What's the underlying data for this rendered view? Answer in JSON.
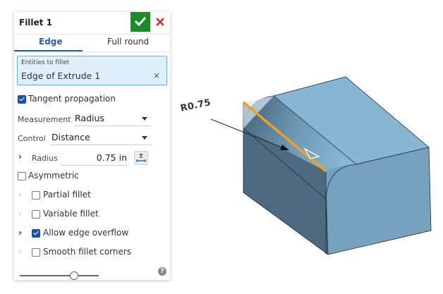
{
  "dialog": {
    "title": "Fillet 1",
    "confirm_icon": "checkmark-icon",
    "cancel_icon": "close-x-icon",
    "accent_color": "#2a5db0",
    "confirm_color": "#1c8c2a",
    "cancel_color": "#d0312d"
  },
  "tabs": [
    {
      "label": "Edge",
      "active": true
    },
    {
      "label": "Full round",
      "active": false
    }
  ],
  "entities": {
    "label": "Entities to fillet",
    "value": "Edge of Extrude 1",
    "clear_glyph": "×"
  },
  "options": {
    "tangent_propagation": {
      "label": "Tangent propagation",
      "checked": true
    },
    "measurement": {
      "label": "Measurement",
      "value": "Radius"
    },
    "control": {
      "label": "Control",
      "value": "Distance"
    },
    "radius": {
      "label": "Radius",
      "value": "0.75 in"
    },
    "asymmetric": {
      "label": "Asymmetric",
      "checked": false
    },
    "partial_fillet": {
      "label": "Partial fillet",
      "checked": false
    },
    "variable_fillet": {
      "label": "Variable fillet",
      "checked": false
    },
    "allow_edge_overflow": {
      "label": "Allow edge overflow",
      "checked": true
    },
    "smooth_fillet_corners": {
      "label": "Smooth fillet corners",
      "checked": false
    }
  },
  "footer": {
    "slider_value_fraction": 0.68,
    "help_glyph": "?"
  },
  "viewport": {
    "dimension_label": "R0.75",
    "body_color": "#7fb1d1",
    "selected_edge_color": "#f0a020"
  }
}
